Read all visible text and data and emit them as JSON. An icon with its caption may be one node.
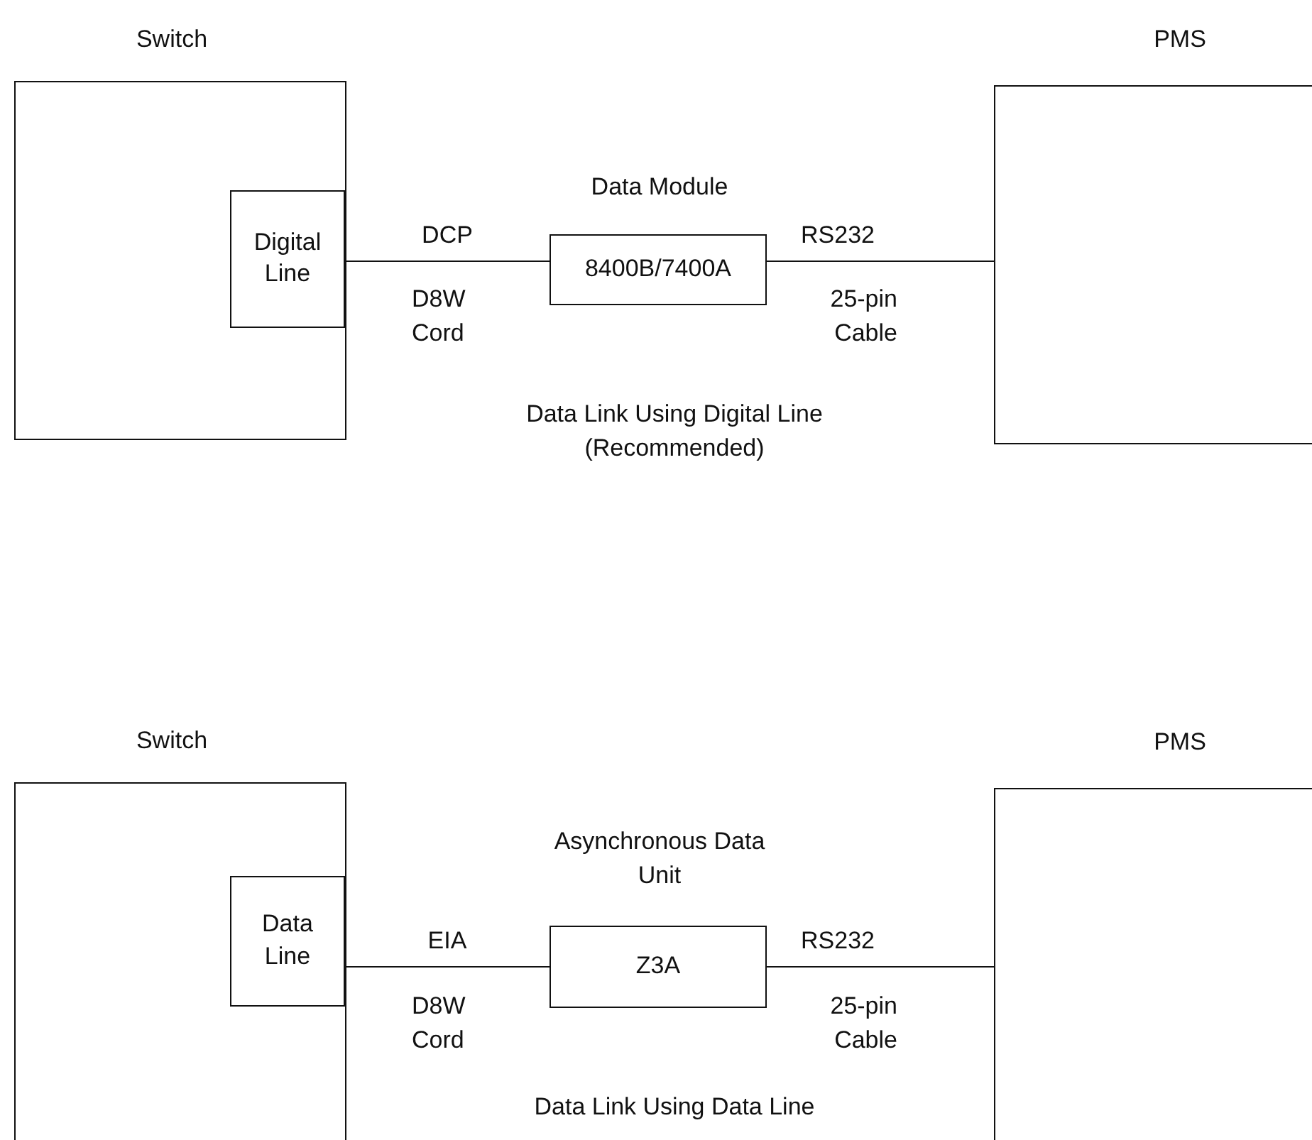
{
  "diagram": {
    "nodes": [
      {
        "text": [
          "Switch"
        ]
      },
      {
        "text": [
          "Digital Line"
        ],
        "in": 0
      },
      {
        "text": [
          "Data Module",
          "8400B/7400A"
        ]
      },
      {
        "text": [
          "PMS"
        ]
      },
      {
        "text": [
          "Switch"
        ]
      },
      {
        "text": [
          "Data Line"
        ],
        "in": 4
      },
      {
        "text": [
          "Asynchronous Data Unit",
          "Z3A"
        ]
      },
      {
        "text": [
          "PMS"
        ]
      }
    ],
    "edges": [
      {
        "from": 1,
        "to": 2,
        "arrow": "none",
        "label": "DCP"
      },
      {
        "from": 2,
        "to": 3,
        "arrow": "none",
        "label": "RS232"
      },
      {
        "from": 5,
        "to": 6,
        "arrow": "none",
        "label": "EIA"
      },
      {
        "from": 6,
        "to": 7,
        "arrow": "none",
        "label": "RS232"
      }
    ],
    "labels": [
      "D8W Cord",
      "25-pin Cable",
      "Data Link Using Digital Line (Recommended)",
      "D8W Cord",
      "25-pin Cable",
      "Data Link Using Data Line"
    ]
  }
}
